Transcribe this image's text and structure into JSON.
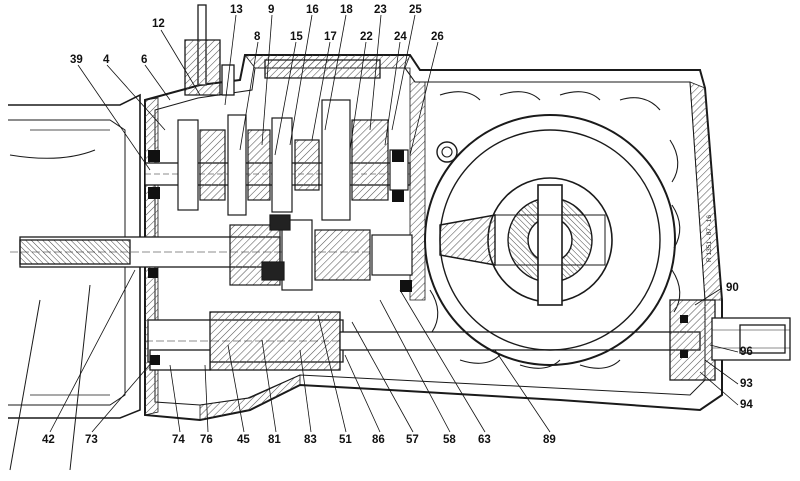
{
  "drawing_ref": "R 1351 - 87 - 16",
  "callouts": {
    "top": [
      "12",
      "13",
      "9",
      "16",
      "18",
      "23",
      "25",
      "8",
      "15",
      "17",
      "22",
      "24",
      "26",
      "39",
      "4",
      "6"
    ],
    "right": [
      "90",
      "96",
      "93",
      "94"
    ],
    "bottom": [
      "42",
      "73",
      "74",
      "76",
      "45",
      "81",
      "83",
      "51",
      "86",
      "57",
      "58",
      "63",
      "89"
    ]
  },
  "colors": {
    "line": "#1a1a1a",
    "hatch": "#555555",
    "paper": "#ffffff"
  }
}
